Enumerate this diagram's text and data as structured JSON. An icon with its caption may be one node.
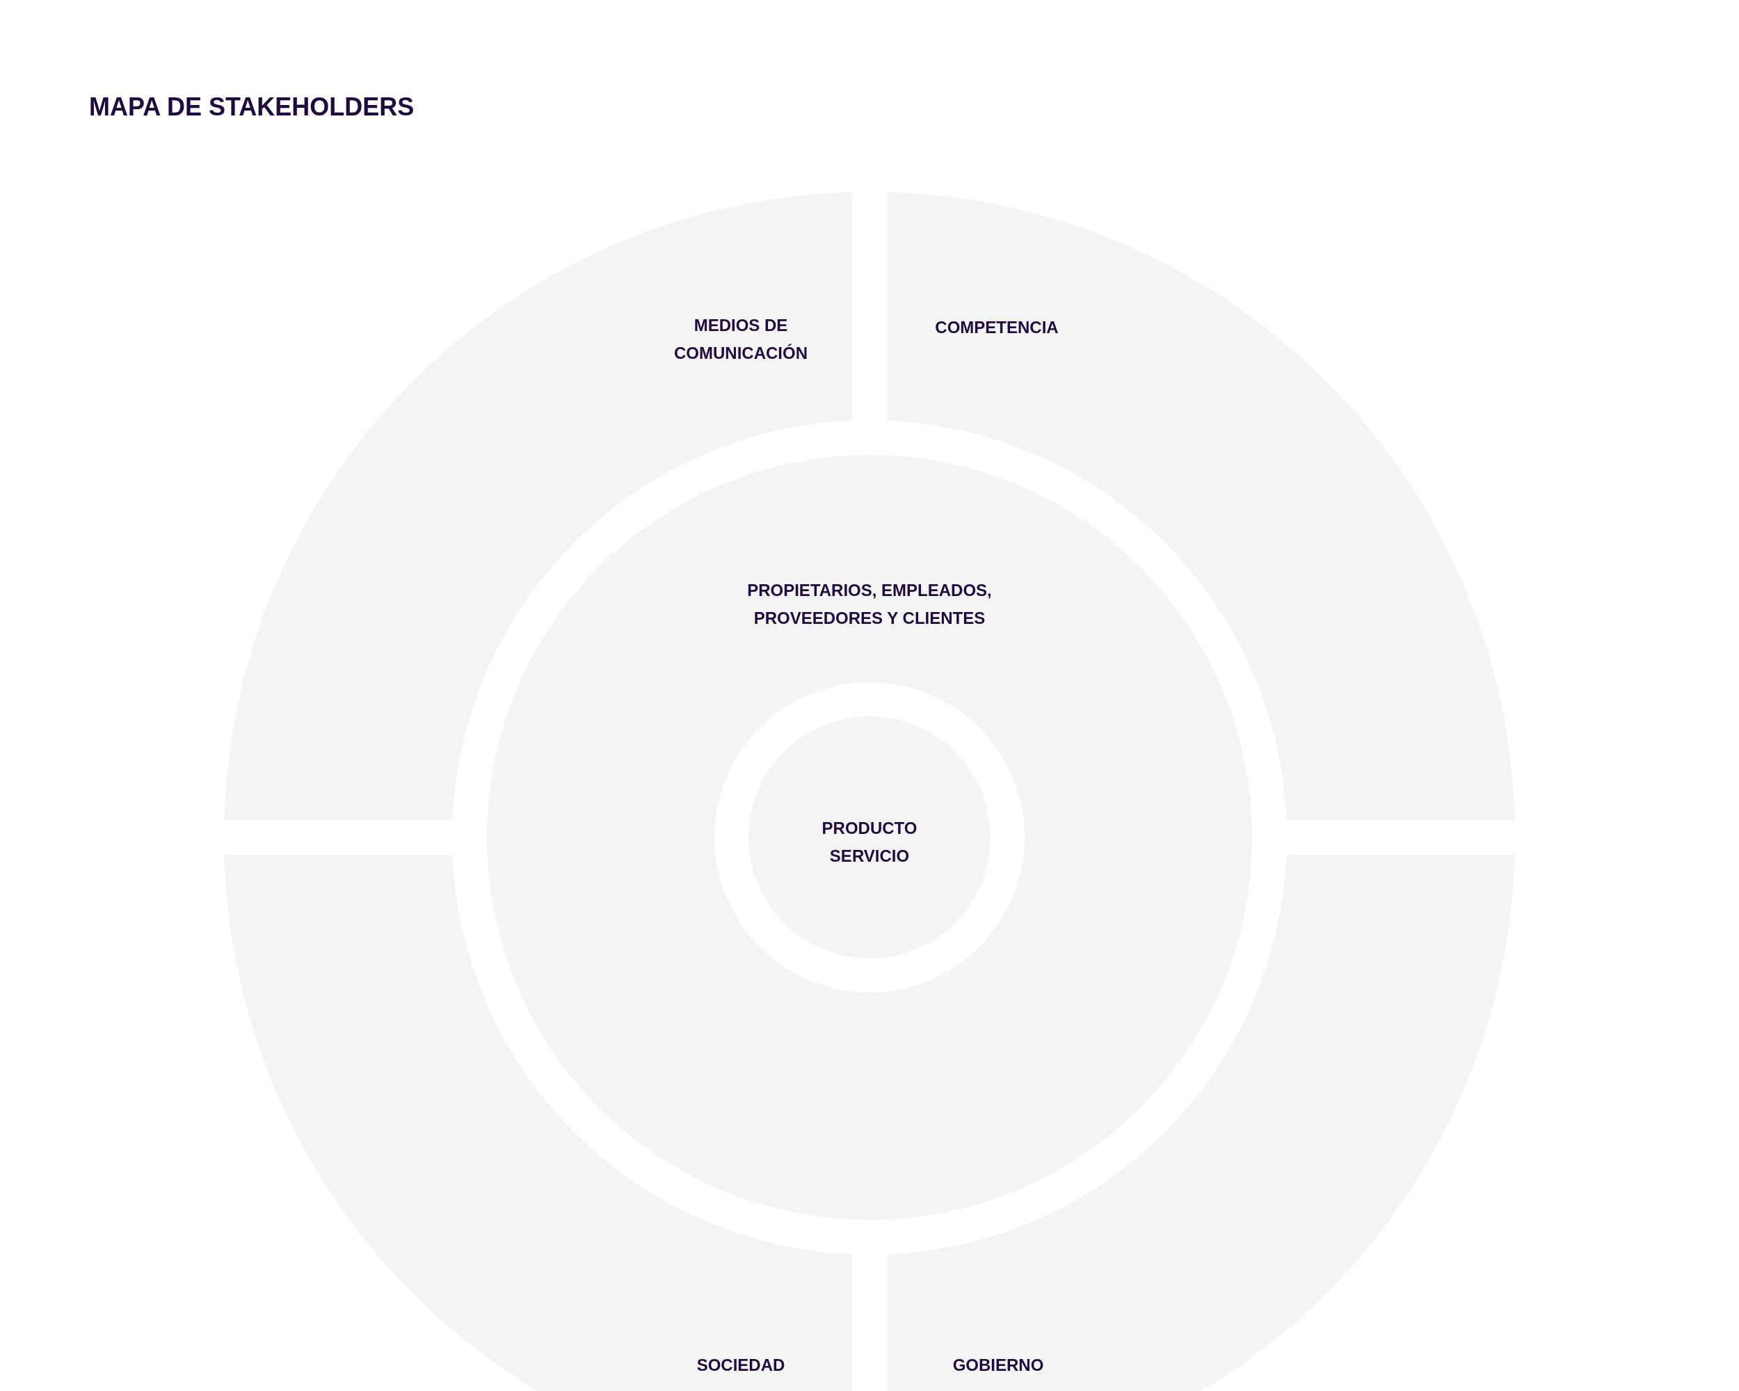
{
  "diagram": {
    "title": "MAPA DE STAKEHOLDERS",
    "nodes": [
      {
        "text": [
          "MEDIOS DE COMUNICACIÓN"
        ]
      },
      {
        "text": [
          "COMPETENCIA"
        ]
      },
      {
        "text": [
          "PROPIETARIOS, EMPLEADOS, PROVEEDORES Y CLIENTES"
        ]
      },
      {
        "text": [
          "PRODUCTO SERVICIO"
        ],
        "in": 2
      },
      {
        "text": [
          "SOCIEDAD"
        ]
      },
      {
        "text": [
          "GOBIERNO"
        ]
      }
    ]
  }
}
